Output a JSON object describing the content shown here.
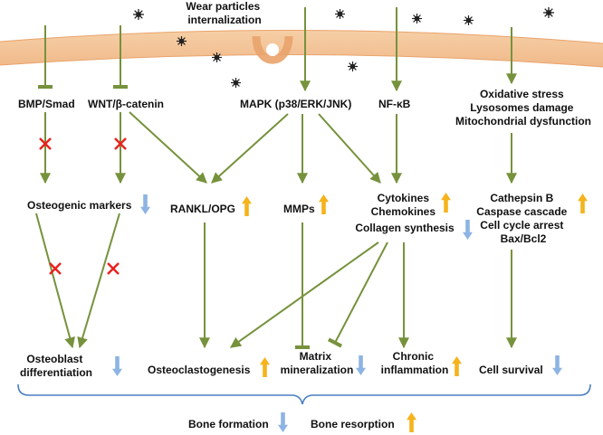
{
  "title_lines": [
    "Wear particles",
    "internalization"
  ],
  "pathways": {
    "bmp": "BMP/Smad",
    "wnt": "WNT/β-catenin",
    "mapk": "MAPK (p38/ERK/JNK)",
    "nfkb": "NF-κB",
    "stress": [
      "Oxidative stress",
      "Lysosomes damage",
      "Mitochondrial dysfunction"
    ]
  },
  "middle": {
    "osteogenic": "Osteogenic markers",
    "rankl": "RANKL/OPG",
    "mmps": "MMPs",
    "cytokines": [
      "Cytokines",
      "Chemokines",
      "Collagen synthesis"
    ],
    "apoptosis": [
      "Cathepsin B",
      "Caspase cascade",
      "Cell cycle arrest",
      "Bax/Bcl2"
    ]
  },
  "outcomes": {
    "osteoblast": [
      "Osteoblast",
      "differentiation"
    ],
    "osteoclasto": "Osteoclastogenesis",
    "matrix": [
      "Matrix",
      "mineralization"
    ],
    "chronic": [
      "Chronic",
      "inflammation"
    ],
    "survival": "Cell survival"
  },
  "summary": {
    "formation": "Bone formation",
    "resorption": "Bone resorption"
  },
  "colors": {
    "arrow_line": "#76923c",
    "up_arrow": "#f5b31c",
    "down_arrow": "#8db4e2",
    "block_x": "#e8231f",
    "membrane": "#f4c89c",
    "bracket": "#4a7fc1"
  },
  "icons": {
    "up": "orange-up-arrow-icon",
    "down": "blue-down-arrow-icon",
    "block": "red-x-icon",
    "particle": "spiky-particle-icon"
  }
}
